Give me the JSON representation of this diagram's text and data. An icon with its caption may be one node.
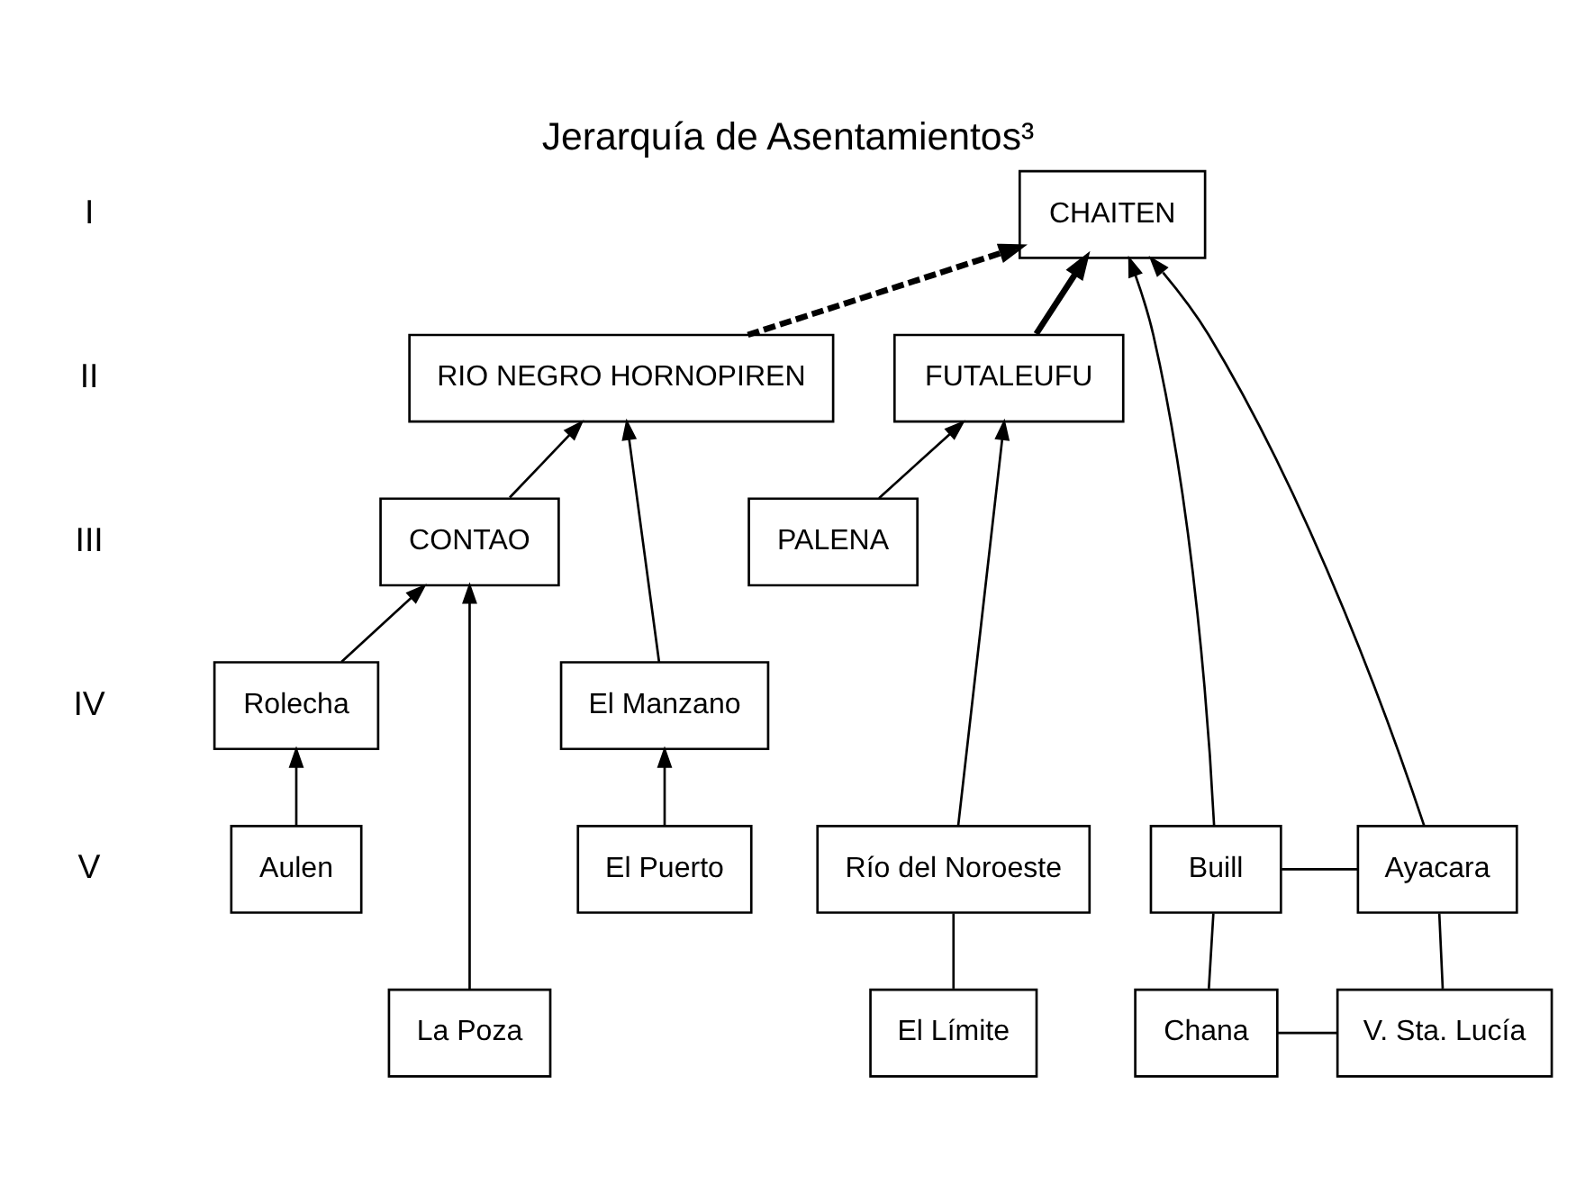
{
  "diagram": {
    "title": "Jerarquía de Asentamientos³",
    "nodes": [
      {
        "text": [
          "CHAITEN"
        ]
      },
      {
        "text": [
          "RIO NEGRO HORNOPIREN"
        ]
      },
      {
        "text": [
          "FUTALEUFU"
        ]
      },
      {
        "text": [
          "CONTAO"
        ]
      },
      {
        "text": [
          "PALENA"
        ]
      },
      {
        "text": [
          "Rolecha"
        ]
      },
      {
        "text": [
          "El Manzano"
        ]
      },
      {
        "text": [
          "Aulen"
        ]
      },
      {
        "text": [
          "El Puerto"
        ]
      },
      {
        "text": [
          "Buill"
        ]
      },
      {
        "text": [
          "Ayacara"
        ]
      },
      {
        "text": [
          "Río del Noroeste"
        ]
      },
      {
        "text": [
          "La Poza"
        ]
      },
      {
        "text": [
          "Chana"
        ]
      },
      {
        "text": [
          "V. Sta. Lucía"
        ]
      },
      {
        "text": [
          "El Límite"
        ]
      }
    ],
    "edges": [
      {
        "from": 1,
        "to": 0,
        "arrow": "to",
        "style": "dashed"
      },
      {
        "from": 2,
        "to": 0,
        "arrow": "to",
        "style": "thick"
      },
      {
        "from": 3,
        "to": 1,
        "arrow": "to"
      },
      {
        "from": 6,
        "to": 1,
        "arrow": "to"
      },
      {
        "from": 4,
        "to": 2,
        "arrow": "to"
      },
      {
        "from": 11,
        "to": 2,
        "arrow": "to"
      },
      {
        "from": 5,
        "to": 3,
        "arrow": "to"
      },
      {
        "from": 12,
        "to": 3,
        "arrow": "to"
      },
      {
        "from": 7,
        "to": 5,
        "arrow": "to"
      },
      {
        "from": 8,
        "to": 6,
        "arrow": "to"
      },
      {
        "from": 9,
        "to": 0,
        "arrow": "to"
      },
      {
        "from": 10,
        "to": 0,
        "arrow": "to"
      },
      {
        "from": 9,
        "to": 10,
        "arrow": "none"
      },
      {
        "from": 9,
        "to": 13,
        "arrow": "none"
      },
      {
        "from": 10,
        "to": 14,
        "arrow": "none"
      },
      {
        "from": 13,
        "to": 14,
        "arrow": "none"
      },
      {
        "from": 11,
        "to": 15,
        "arrow": "none"
      }
    ],
    "labels": [
      "I",
      "II",
      "III",
      "IV",
      "V"
    ]
  }
}
